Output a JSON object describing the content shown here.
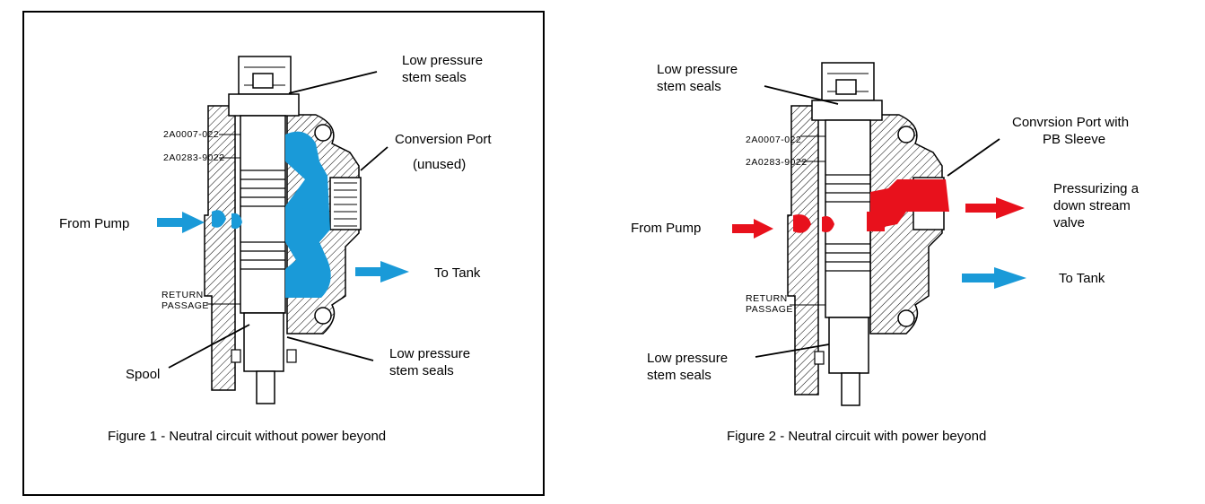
{
  "figure1": {
    "caption": "Figure 1 - Neutral circuit without power beyond",
    "labels": {
      "stem_seals_top": [
        "Low pressure",
        "stem seals"
      ],
      "conversion_port": "Conversion Port",
      "unused": "(unused)",
      "from_pump": "From Pump",
      "to_tank": "To Tank",
      "stem_seals_bottom": [
        "Low pressure",
        "stem seals"
      ],
      "spool": "Spool"
    },
    "part_codes": [
      "2A0007-022",
      "2A0283-9022"
    ],
    "return_passage": [
      "RETURN",
      "PASSAGE"
    ],
    "flow_color": "#1a9ad8"
  },
  "figure2": {
    "caption": "Figure 2 - Neutral circuit with power beyond",
    "labels": {
      "stem_seals_top": [
        "Low pressure",
        "stem seals"
      ],
      "conversion_port": [
        "Convrsion Port with",
        "PB Sleeve"
      ],
      "pressurizing": [
        "Pressurizing a",
        "down stream",
        "valve"
      ],
      "from_pump": "From Pump",
      "to_tank": "To Tank",
      "stem_seals_bottom": [
        "Low pressure",
        "stem seals"
      ]
    },
    "part_codes": [
      "2A0007-022",
      "2A0283-9022"
    ],
    "return_passage": [
      "RETURN",
      "PASSAGE"
    ],
    "pressure_color": "#e8111c",
    "tank_color": "#1a9ad8"
  }
}
